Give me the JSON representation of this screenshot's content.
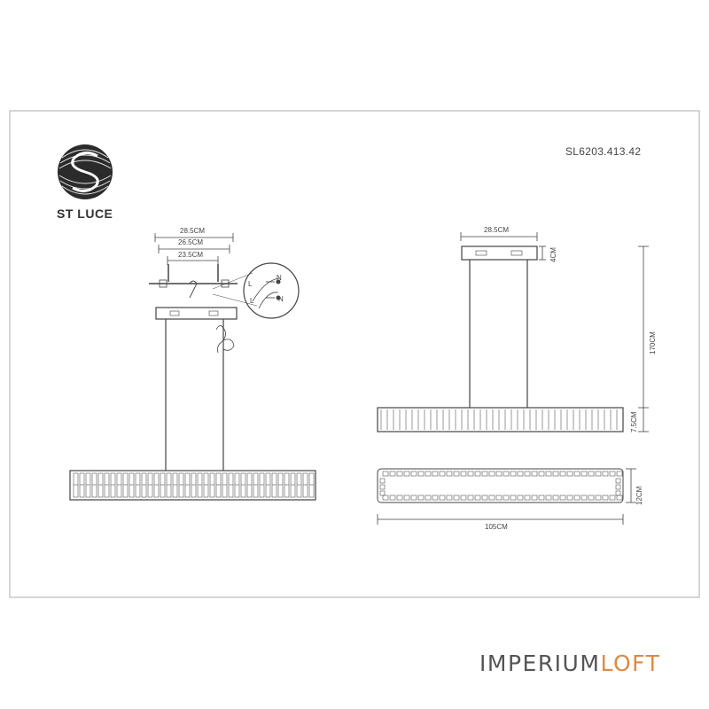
{
  "sheet": {
    "product_code": "SL6203.413.42",
    "brand_name": "ST LUCE"
  },
  "front_view": {
    "dim_width_outer": "28.5CM",
    "dim_width_mid": "26.5CM",
    "dim_width_inner": "23.5CM",
    "wiring_labels": [
      "L",
      "N",
      "L",
      "N"
    ]
  },
  "side_view": {
    "dim_canopy_width": "28.5CM",
    "dim_canopy_height": "4CM",
    "dim_cable_length": "170CM",
    "dim_body_height": "7.5CM"
  },
  "top_view": {
    "dim_length": "105CM",
    "dim_depth": "12CM"
  },
  "watermark": {
    "part1": "IMPERIUM",
    "part2": "LOFT",
    "accent_color": "#e08a42"
  }
}
